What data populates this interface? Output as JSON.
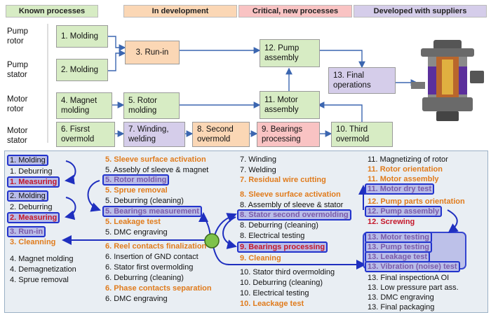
{
  "legend": {
    "known": "Known processes",
    "dev": "In development",
    "critical": "Critical, new processes",
    "suppliers": "Developed with suppliers",
    "colors": {
      "known": "#d7ecc4",
      "dev": "#fbd7b5",
      "critical": "#f9c3c3",
      "suppliers": "#d5cdea"
    }
  },
  "rows": {
    "pump_rotor": "Pump rotor",
    "pump_stator": "Pump stator",
    "motor_rotor": "Motor rotor",
    "motor_stator": "Motor stator"
  },
  "steps": {
    "s1": "1. Molding",
    "s2": "2. Molding",
    "s3": "3. Run-in",
    "s4": "4. Magnet molding",
    "s5": "5. Rotor molding",
    "s6": "6. Fisrst overmold",
    "s7": "7. Winding, welding",
    "s8": "8. Second overmold",
    "s9": "9. Bearings processing",
    "s10": "10. Third overmold",
    "s11": "11. Motor assembly",
    "s12": "12. Pump assembly",
    "s13": "13. Final operations"
  },
  "details": {
    "c1": [
      "1. Molding",
      "1. Deburring",
      "1. Measuring",
      "2. Molding",
      "2. Deburring",
      "2. Measuring",
      "3. Run-in",
      "3. Cleanning",
      "4. Magnet molding",
      "4. Demagnetization",
      "4. Sprue removal"
    ],
    "c2": [
      "5. Sleeve surface activation",
      "5. Assebly of sleeve & magnet",
      "5. Rotor molding",
      "5. Sprue removal",
      "5. Deburring (cleaning)",
      "5. Bearings measurement",
      "5. Leakage test",
      "5. DMC engraving",
      "6. Reel contacts finalization",
      "6. Insertion of GND contact",
      "6. Stator first overmolding",
      "6. Deburring (cleaning)",
      "6. Phase contacts separation",
      "6. DMC engraving"
    ],
    "c3": [
      "7. Winding",
      "7. Welding",
      "7. Residual wire cutting",
      "8. Sleeve surface activation",
      "8. Assembly of sleeve & stator",
      "8. Stator second overmolding",
      "8. Deburring (cleaning)",
      "8. Electrical testing",
      "9. Bearings processing",
      "9. Cleaning",
      "10. Stator third overmolding",
      "10. Deburring (cleaning)",
      "10. Electrical testing",
      "10. Leackage test"
    ],
    "c4": [
      "11. Magnetizing of rotor",
      "11. Rotor orientation",
      "11. Motor assembly",
      "11. Motor dry test",
      "12. Pump parts orientation",
      "12. Pump assembly",
      "12. Screwing",
      "13. Motor testing",
      "13. Pump testing",
      "13. Leakage test",
      "13. Vibration (noise) test",
      "13. Final inspectionA OI",
      "13. Low pressure part ass.",
      "13. DMC engraving",
      "13. Final packaging"
    ]
  }
}
